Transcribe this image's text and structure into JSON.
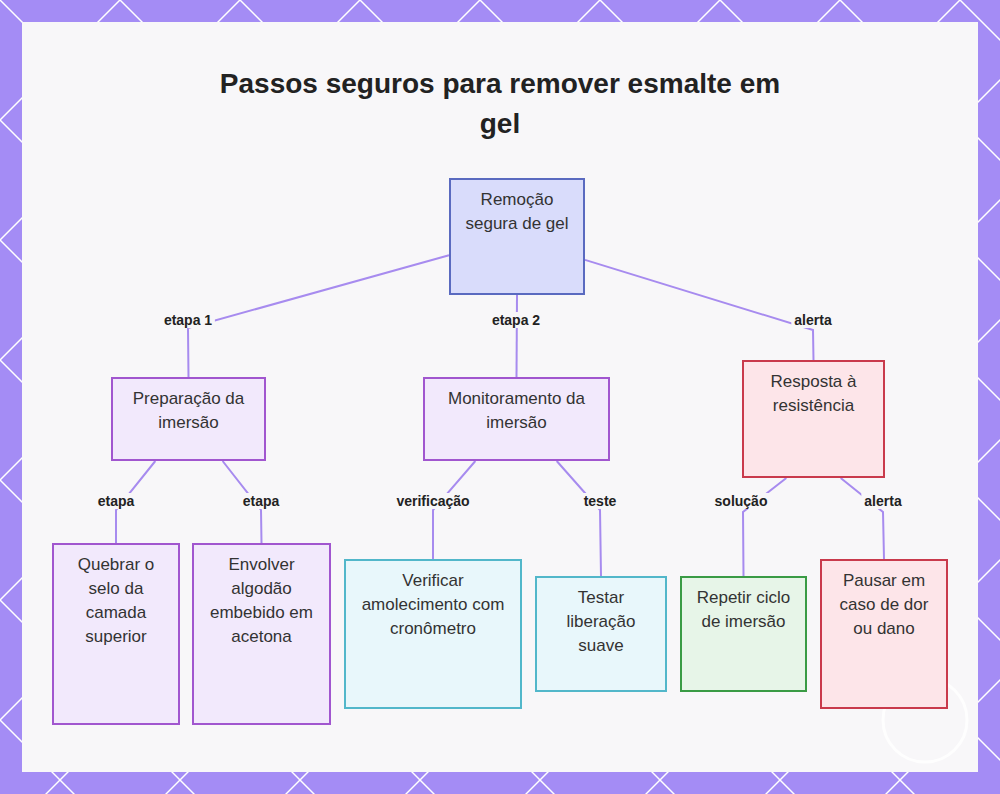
{
  "diagram": {
    "title": "Passos seguros para remover esmalte em gel",
    "nodes": [
      {
        "text": [
          "Remoção segura de gel"
        ]
      },
      {
        "text": [
          "Preparação da imersão"
        ]
      },
      {
        "text": [
          "Monitoramento da imersão"
        ]
      },
      {
        "text": [
          "Resposta à resistência"
        ]
      },
      {
        "text": [
          "Quebrar o selo da camada superior"
        ]
      },
      {
        "text": [
          "Envolver algodão embebido em acetona"
        ]
      },
      {
        "text": [
          "Verificar amolecimento com cronômetro"
        ]
      },
      {
        "text": [
          "Testar liberação suave"
        ]
      },
      {
        "text": [
          "Repetir ciclo de imersão"
        ]
      },
      {
        "text": [
          "Pausar em caso de dor ou dano"
        ]
      }
    ],
    "edges": [
      {
        "from": 0,
        "to": 1,
        "arrow": "none",
        "label": "etapa 1"
      },
      {
        "from": 0,
        "to": 2,
        "arrow": "none",
        "label": "etapa 2"
      },
      {
        "from": 0,
        "to": 3,
        "arrow": "none",
        "label": "alerta"
      },
      {
        "from": 1,
        "to": 4,
        "arrow": "none",
        "label": "etapa"
      },
      {
        "from": 1,
        "to": 5,
        "arrow": "none",
        "label": "etapa"
      },
      {
        "from": 2,
        "to": 6,
        "arrow": "none",
        "label": "verificação"
      },
      {
        "from": 2,
        "to": 7,
        "arrow": "none",
        "label": "teste"
      },
      {
        "from": 3,
        "to": 8,
        "arrow": "none",
        "label": "solução"
      },
      {
        "from": 3,
        "to": 9,
        "arrow": "none",
        "label": "alerta"
      }
    ]
  }
}
